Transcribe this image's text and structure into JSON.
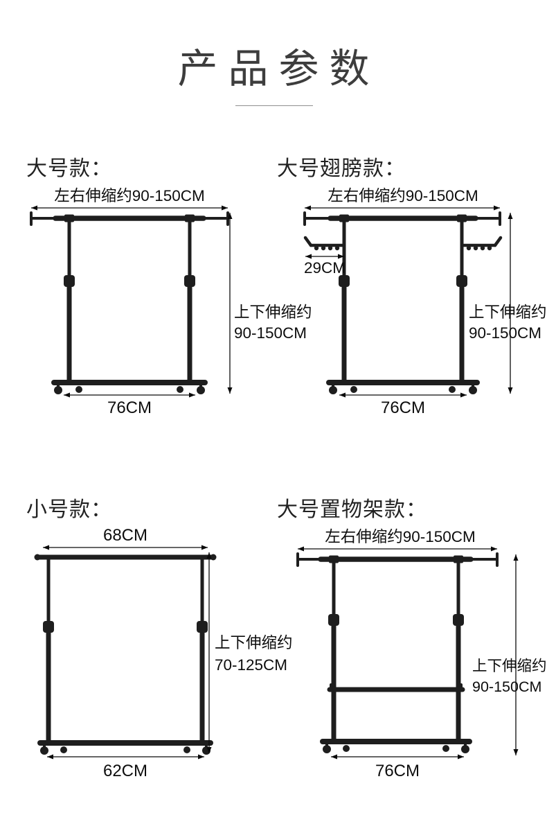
{
  "page": {
    "title": "产品参数"
  },
  "sections": {
    "large": {
      "label": "大号款：",
      "width_dim": "左右伸缩约90-150CM",
      "height_dim_line1": "上下伸缩约",
      "height_dim_line2": "90-150CM",
      "base_dim": "76CM"
    },
    "large_wing": {
      "label": "大号翅膀款：",
      "width_dim": "左右伸缩约90-150CM",
      "wing_dim": "29CM",
      "height_dim_line1": "上下伸缩约",
      "height_dim_line2": "90-150CM",
      "base_dim": "76CM"
    },
    "small": {
      "label": "小号款：",
      "width_dim": "68CM",
      "height_dim_line1": "上下伸缩约",
      "height_dim_line2": "70-125CM",
      "base_dim": "62CM"
    },
    "large_shelf": {
      "label": "大号置物架款：",
      "width_dim": "左右伸缩约90-150CM",
      "height_dim_line1": "上下伸缩约",
      "height_dim_line2": "90-150CM",
      "base_dim": "76CM"
    }
  }
}
